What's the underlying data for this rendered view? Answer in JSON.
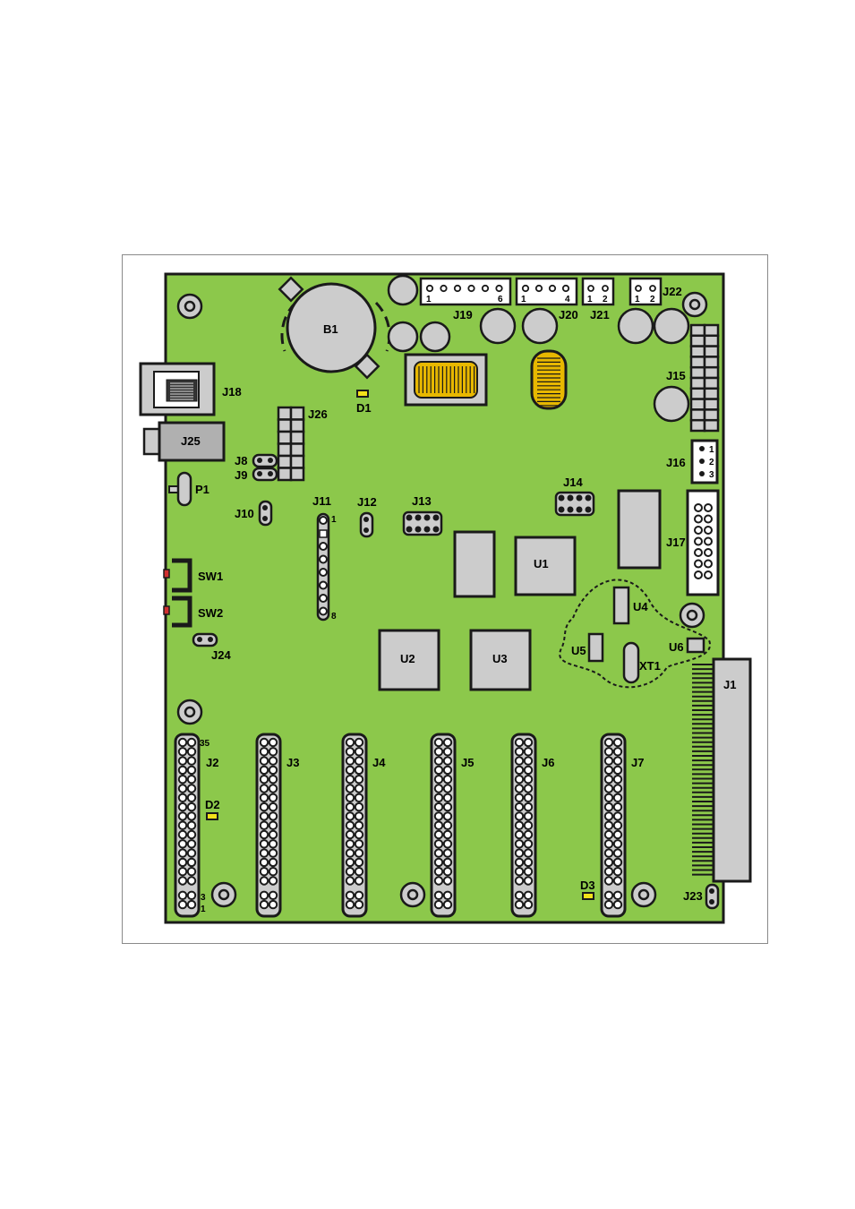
{
  "board": {
    "labels": {
      "B1": "B1",
      "D1": "D1",
      "D2": "D2",
      "D3": "D3",
      "J1": "J1",
      "J2": "J2",
      "J3": "J3",
      "J4": "J4",
      "J5": "J5",
      "J6": "J6",
      "J7": "J7",
      "J8": "J8",
      "J9": "J9",
      "J10": "J10",
      "J11": "J11",
      "J12": "J12",
      "J13": "J13",
      "J14": "J14",
      "J15": "J15",
      "J16": "J16",
      "J17": "J17",
      "J18": "J18",
      "J19": "J19",
      "J20": "J20",
      "J21": "J21",
      "J22": "J22",
      "J23": "J23",
      "J24": "J24",
      "J25": "J25",
      "J26": "J26",
      "P1": "P1",
      "SW1": "SW1",
      "SW2": "SW2",
      "U1": "U1",
      "U2": "U2",
      "U3": "U3",
      "U4": "U4",
      "U5": "U5",
      "U6": "U6",
      "XT1": "XT1"
    },
    "pin_marks": {
      "j19_first": "1",
      "j19_last": "6",
      "j20_first": "1",
      "j20_last": "4",
      "j21_a": "1",
      "j21_b": "2",
      "j22_a": "1",
      "j22_b": "2",
      "j16_1": "1",
      "j16_2": "2",
      "j16_3": "3",
      "j11_first": "1",
      "j11_last": "8",
      "j2_top": "35",
      "j2_bottom_3": "3",
      "j2_bottom_1": "1"
    },
    "colors": {
      "board": "#8cc84b",
      "outline": "#1a1a1a",
      "component": "#cccccc",
      "crystal": "#e8b800",
      "led": "#f3e11a"
    }
  }
}
